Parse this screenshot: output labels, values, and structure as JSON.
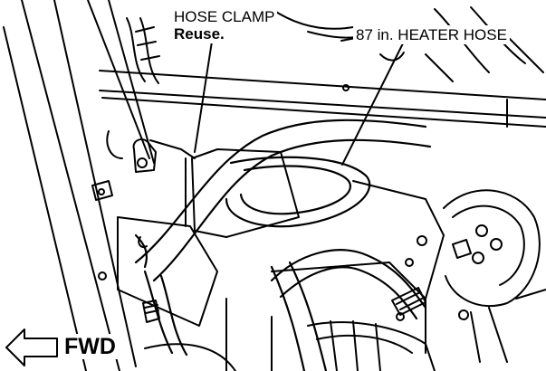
{
  "callouts": {
    "hose_clamp_title": "HOSE CLAMP",
    "hose_clamp_note": "Reuse.",
    "heater_hose": "87 in. HEATER HOSE"
  },
  "direction": {
    "label": "FWD",
    "arrow_icon": "left-arrow-icon"
  },
  "colors": {
    "line": "#000000",
    "background": "#ffffff"
  }
}
